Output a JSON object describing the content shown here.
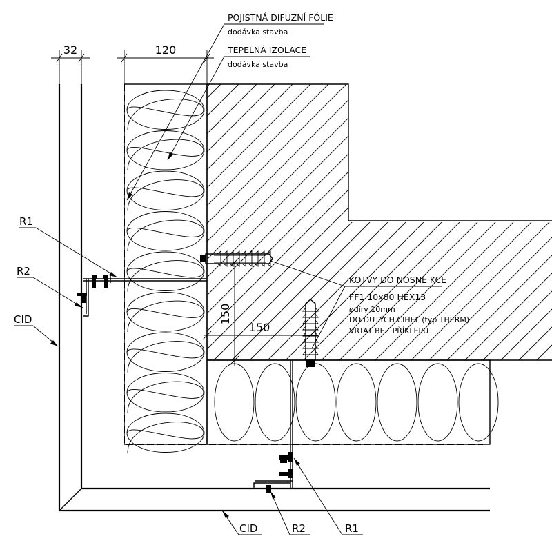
{
  "labels": {
    "pojistna_title": "POJISTNÁ DIFUZNÍ FÓLIE",
    "pojistna_sub": "dodávka stavba",
    "tepelna_title": "TEPELNÁ IZOLACE",
    "tepelna_sub": "dodávka stavba",
    "kotvy_title": "KOTVY DO NOSNÉ KCE",
    "kotvy_line1": "FF1  10x80  HEX13",
    "kotvy_line2": "ødíry 10mm",
    "kotvy_line3": "DO DUTÝCH CIHEL (typ THERM)",
    "kotvy_line4": "VRTAT BEZ PŘÍKLEPU",
    "r1_left": "R1",
    "r2_left": "R2",
    "cid_left": "CID",
    "cid_bottom": "CID",
    "r2_bottom": "R2",
    "r1_bottom": "R1"
  },
  "dimensions": {
    "panel_gap": "32",
    "insulation_thickness": "120",
    "anchor_vertical": "150",
    "anchor_horizontal": "150"
  }
}
